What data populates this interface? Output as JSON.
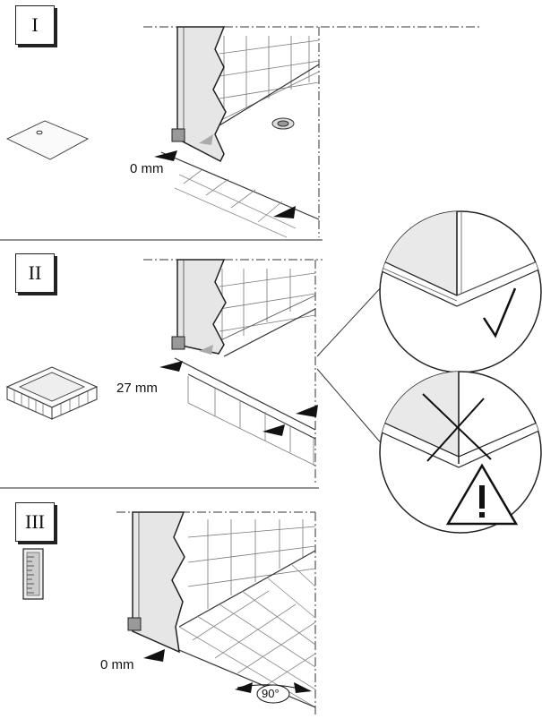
{
  "steps": [
    {
      "numeral": "I",
      "measurement": "0 mm"
    },
    {
      "numeral": "II",
      "measurement": "27 mm"
    },
    {
      "numeral": "III",
      "measurement": "0 mm",
      "angle": "90°"
    }
  ],
  "icons": {
    "step1_side": "flat-shower-tray-icon",
    "step2_side": "raised-shower-tray-icon",
    "step3_side": "spirit-level-icon",
    "detail_ok": "checkmark-icon",
    "detail_wrong": "cross-icon",
    "detail_warning": "warning-triangle-icon"
  }
}
